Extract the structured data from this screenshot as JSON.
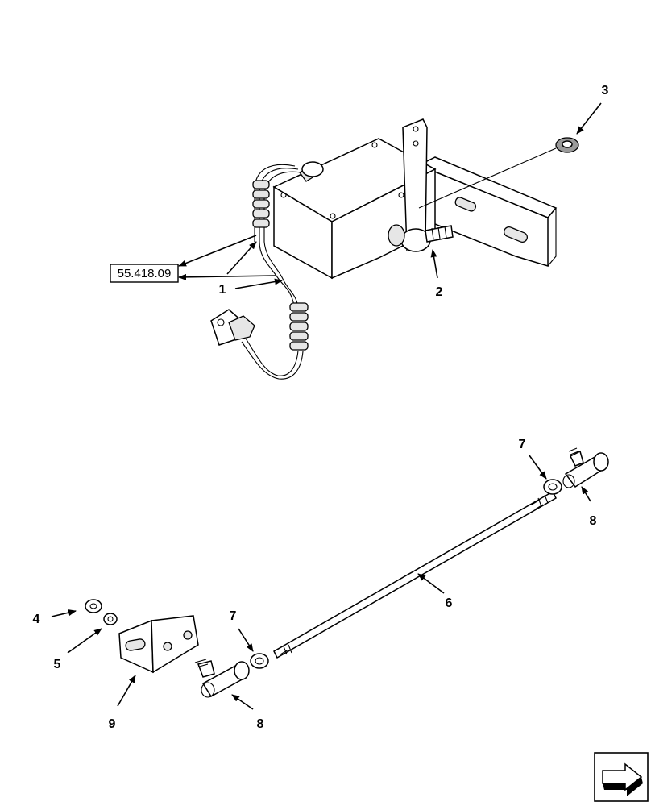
{
  "reference_label": "55.418.09",
  "callouts": {
    "c1": "1",
    "c2": "2",
    "c3": "3",
    "c4": "4",
    "c5": "5",
    "c6": "6",
    "c7a": "7",
    "c7b": "7",
    "c8a": "8",
    "c8b": "8",
    "c9": "9"
  },
  "icons": {
    "navigation": "next-page-arrow-icon"
  }
}
